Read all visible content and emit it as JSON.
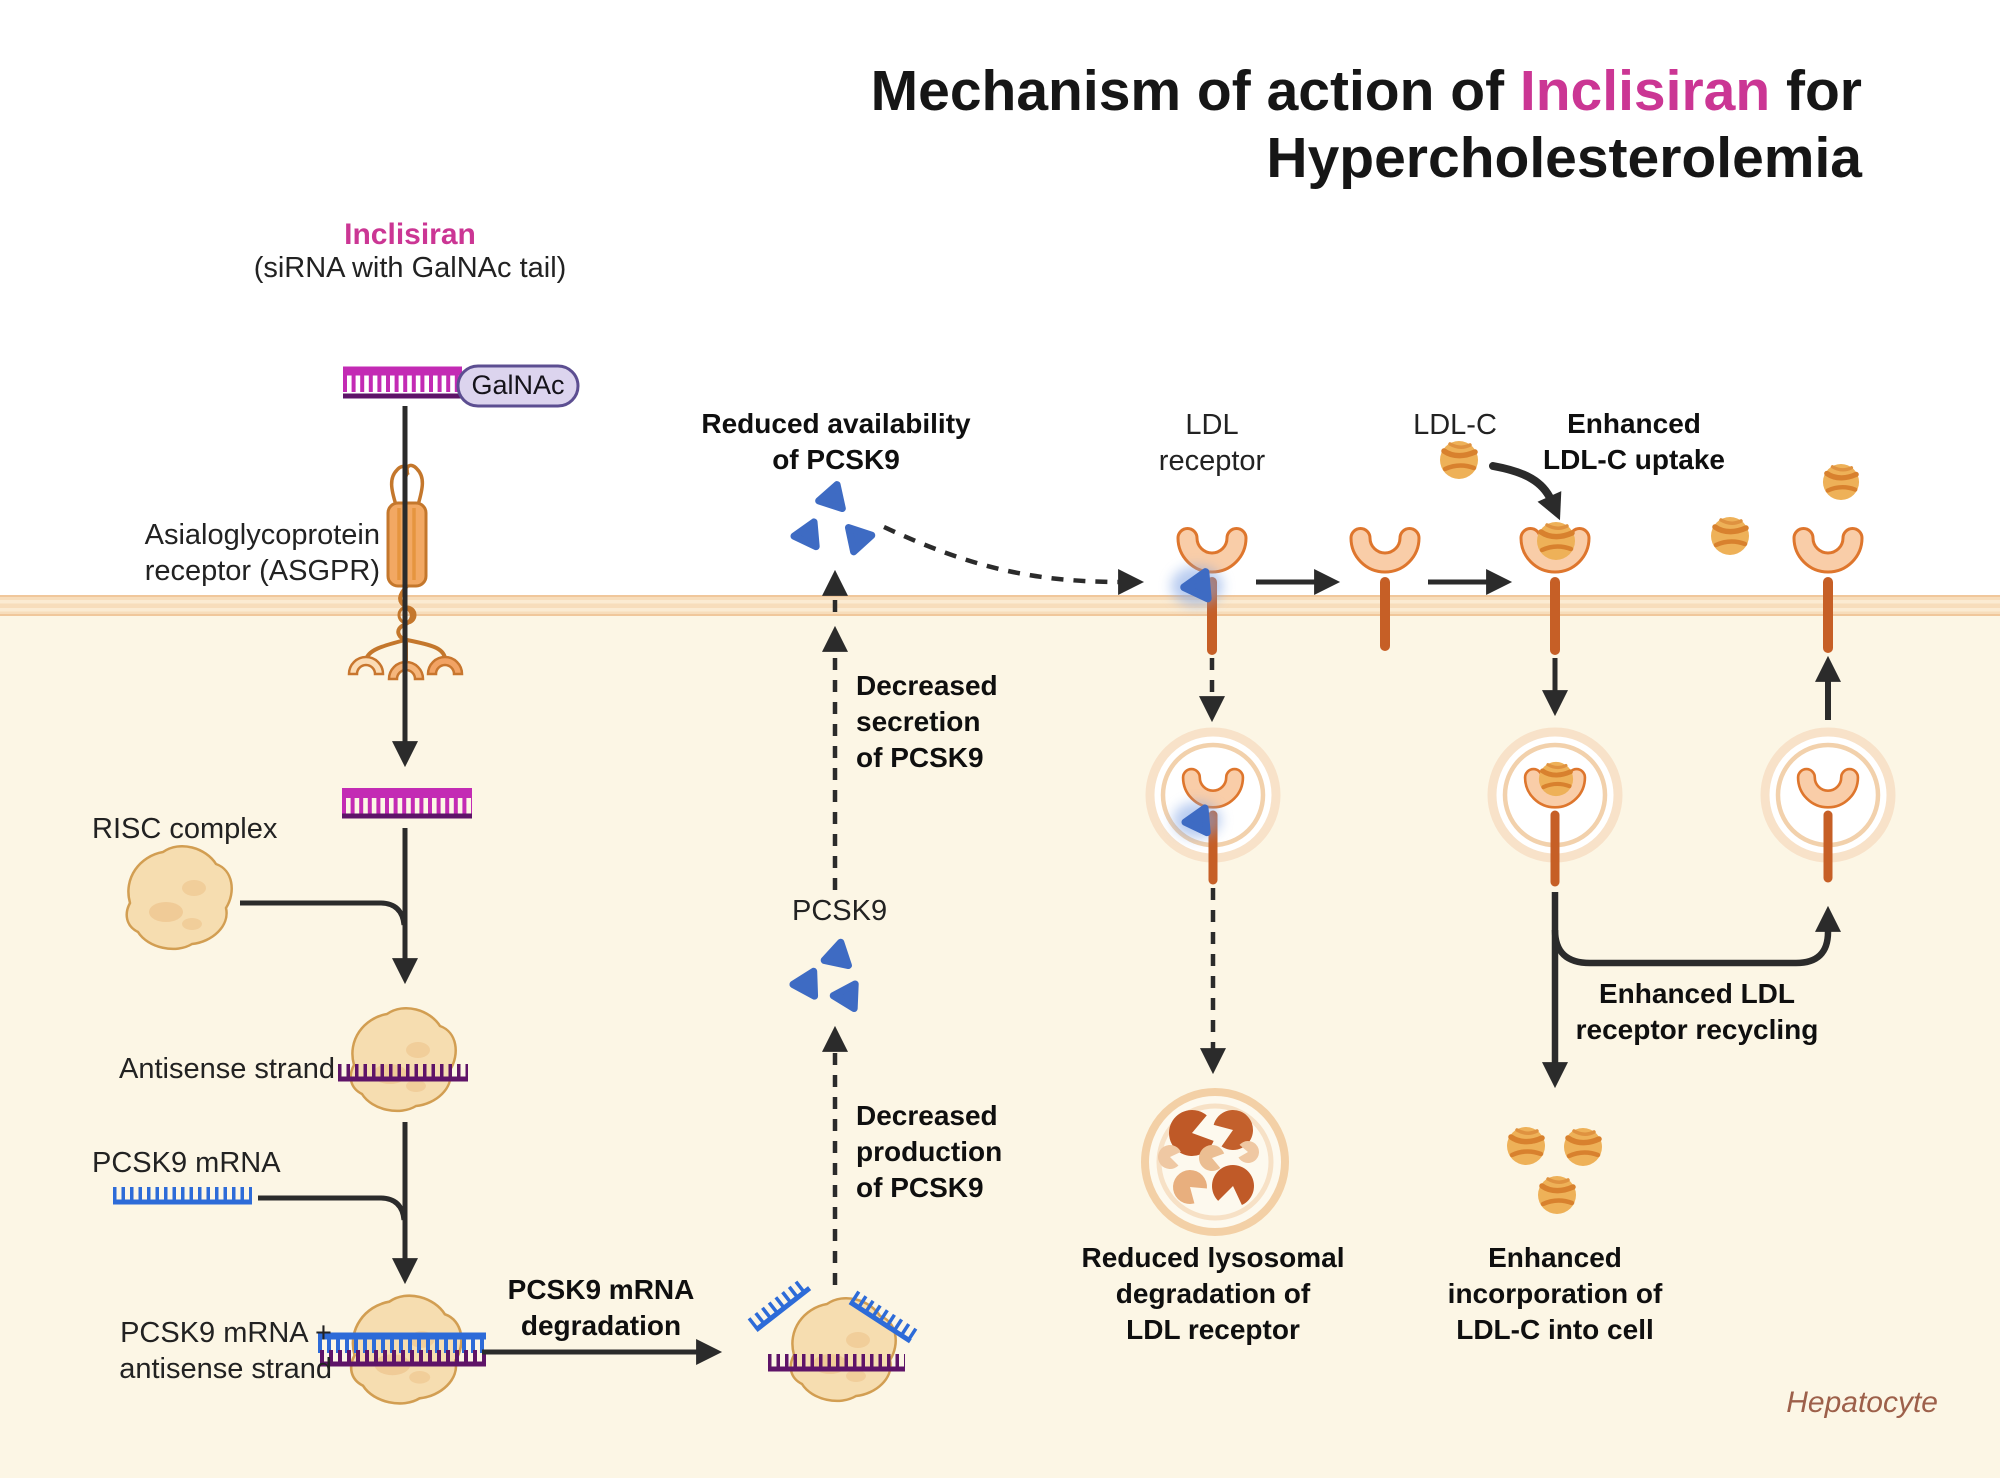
{
  "title": {
    "part1": "Mechanism of action of ",
    "highlight": "Inclisiran",
    "part2": " for",
    "line2": "Hypercholesterolemia"
  },
  "drug": {
    "name": "Inclisiran",
    "subtitle": "(siRNA with GalNAc tail)",
    "tag": "GalNAc"
  },
  "labels": {
    "asgpr": "Asialoglycoprotein\nreceptor (ASGPR)",
    "risc": "RISC complex",
    "antisense": "Antisense strand",
    "pcsk9_mrna": "PCSK9 mRNA",
    "mrna_plus": "PCSK9 mRNA +\nantisense strand",
    "degradation": "PCSK9 mRNA\ndegradation",
    "decreased_production": "Decreased\nproduction\nof PCSK9",
    "pcsk9": "PCSK9",
    "decreased_secretion": "Decreased\nsecretion\nof PCSK9",
    "reduced_availability": "Reduced availability\nof PCSK9",
    "ldl_receptor": "LDL\nreceptor",
    "ldl_c": "LDL-C",
    "enhanced_uptake": "Enhanced\nLDL-C uptake",
    "reduced_lysosomal": "Reduced lysosomal\ndegradation of\nLDL receptor",
    "enhanced_recycling": "Enhanced LDL\nreceptor recycling",
    "enhanced_incorporation": "Enhanced\nincorporation of\nLDL-C into cell",
    "cell": "Hepatocyte"
  },
  "colors": {
    "accent_pink": "#CB3694",
    "pcsk9_blue": "#3E6BC3",
    "mrna_blue": "#2D6BD8",
    "sirna_magenta": "#C32BB4",
    "antisense_purple": "#5E1468",
    "receptor_orange": "#DE762D",
    "stem_orange": "#C65F26",
    "ldl_ball_orange": "#EEB158",
    "membrane_band": "#F7DDBB",
    "cell_background": "#FCF6E5",
    "arrow_black": "#2B2B2B",
    "hepatocyte_text": "#9D604A",
    "galnac_fill": "#DCD4EE",
    "galnac_border": "#5C4E91"
  }
}
